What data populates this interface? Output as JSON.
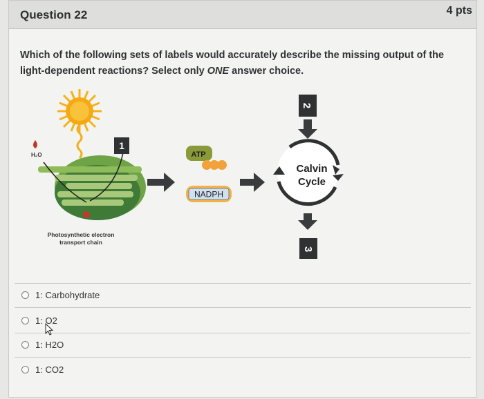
{
  "question": {
    "title": "Question 22",
    "points": "4 pts",
    "prompt": "Which of the following sets of labels would accurately describe the missing output of the light-dependent reactions? Select only",
    "prompt_emphasis": "ONE",
    "prompt_end": "answer choice."
  },
  "figure": {
    "h2o_label": "H₂O",
    "box_1": "1",
    "box_2": "2",
    "box_3": "3",
    "atp_label": "ATP",
    "nadph_label": "NADPH",
    "calvin_line1": "Calvin",
    "calvin_line2": "Cycle",
    "etc_line1": "Photosynthetic electron",
    "etc_line2": "transport chain"
  },
  "answers": [
    {
      "label": "1: Carbohydrate"
    },
    {
      "label": "1: O2"
    },
    {
      "label": "1: H2O"
    },
    {
      "label": "1: CO2"
    }
  ],
  "colors": {
    "header_bg": "#dedfdd",
    "card_bg": "#f3f4f2",
    "box_dark": "#2f3133",
    "membrane_green": "#4f8a3a",
    "thylakoid_green": "#a9c97a",
    "sun_yellow": "#f5b21a",
    "nadph_orange": "#f2b24b"
  }
}
